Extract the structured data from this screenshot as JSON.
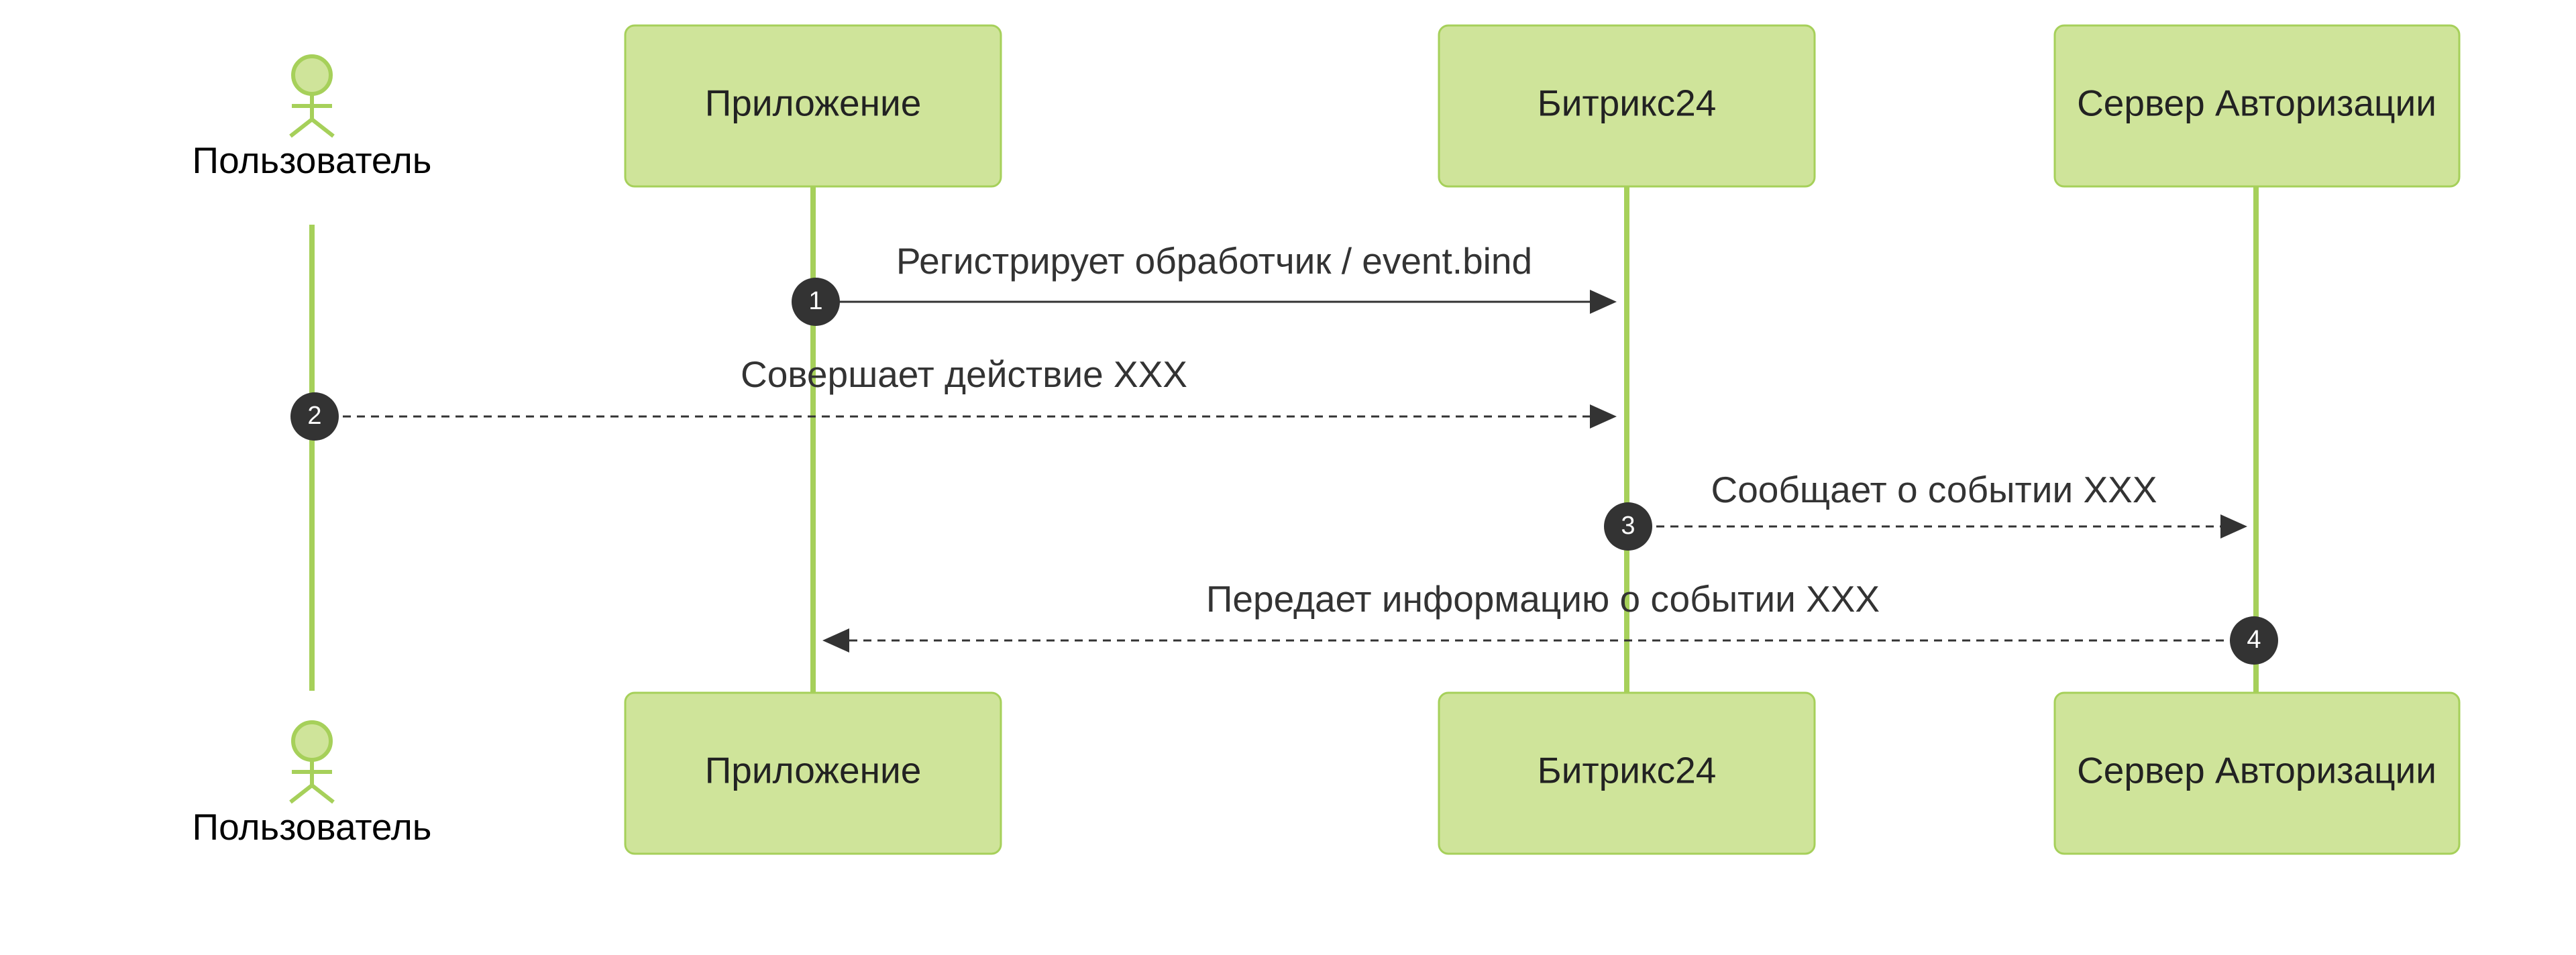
{
  "participants": {
    "user": "Пользователь",
    "app": "Приложение",
    "bitrix": "Битрикс24",
    "auth": "Сервер Авторизации"
  },
  "messages": [
    {
      "number": "1",
      "text": "Регистрирует обработчик / event.bind",
      "style": "solid"
    },
    {
      "number": "2",
      "text": "Совершает действие XXX",
      "style": "dashed"
    },
    {
      "number": "3",
      "text": "Сообщает о событии XXX",
      "style": "dashed"
    },
    {
      "number": "4",
      "text": "Передает информацию о событии XXX",
      "style": "dashed"
    }
  ],
  "colors": {
    "participant_fill": "#cfe49a",
    "participant_border": "#a6d05a",
    "lifeline": "#a6d05a",
    "message": "#333333"
  }
}
